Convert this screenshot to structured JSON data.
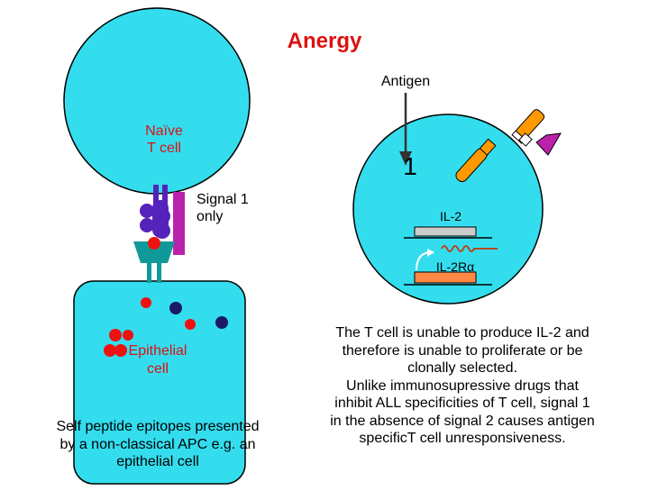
{
  "title": "Anergy",
  "labels": {
    "antigen": "Antigen",
    "naive_t_cell": "Naïve\nT cell",
    "signal_number": "1",
    "signal_1_only": "Signal 1\nonly",
    "il2": "IL-2",
    "il2_receptor": "IL-2Rα",
    "epithelial_cell": "Epithelial\ncell"
  },
  "captions": {
    "self_peptide": "Self peptide epitopes presented\nby a non-classical APC e.g. an\nepithelial cell",
    "explanation": "The T cell is unable to produce IL-2 and\ntherefore is unable to proliferate or be\nclonally selected.\nUnlike immunosupressive drugs that\ninhibit ALL specificities of T cell, signal 1\nin the absence of signal 2 causes antigen\nspecificT cell unresponsiveness."
  },
  "colors": {
    "title": "#dd1111",
    "cell_fill": "#33ddee",
    "tcr": "#5522bb",
    "cd28": "#bb22aa",
    "mhc_teal": "#119999",
    "peptide_red": "#ee1111",
    "navy_dot": "#1a1a66",
    "antigen_orange": "#ff9900",
    "gene_bar": "#ff8844"
  }
}
